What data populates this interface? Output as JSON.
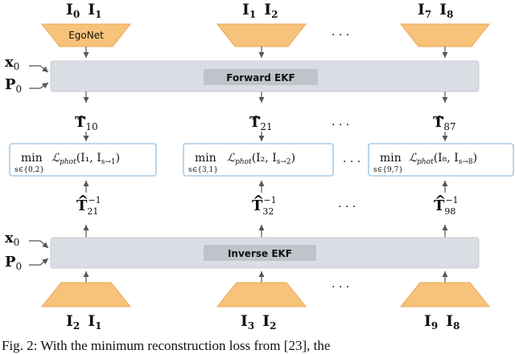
{
  "top_frames": [
    {
      "a": "I",
      "a_sub": "0",
      "b": "I",
      "b_sub": "1"
    },
    {
      "a": "I",
      "a_sub": "1",
      "b": "I",
      "b_sub": "2"
    },
    {
      "a": "I",
      "a_sub": "7",
      "b": "I",
      "b_sub": "8"
    }
  ],
  "bottom_frames": [
    {
      "a": "I",
      "a_sub": "2",
      "b": "I",
      "b_sub": "1"
    },
    {
      "a": "I",
      "a_sub": "3",
      "b": "I",
      "b_sub": "2"
    },
    {
      "a": "I",
      "a_sub": "9",
      "b": "I",
      "b_sub": "8"
    }
  ],
  "egonet_label": "EgoNet",
  "forward_ekf_label": "Forward EKF",
  "inverse_ekf_label": "Inverse EKF",
  "x0": {
    "sym": "x",
    "sub": "0"
  },
  "p0": {
    "sym": "P",
    "sub": "0"
  },
  "forward_transforms": [
    {
      "sym": "T",
      "sub": "10"
    },
    {
      "sym": "T",
      "sub": "21"
    },
    {
      "sym": "T",
      "sub": "87"
    }
  ],
  "inverse_transforms": [
    {
      "sym": "T",
      "sub": "21",
      "sup": "−1"
    },
    {
      "sym": "T",
      "sub": "32",
      "sup": "−1"
    },
    {
      "sym": "T",
      "sub": "98",
      "sup": "−1"
    }
  ],
  "loss_boxes": [
    {
      "min": "min",
      "under": "s∈{0,2}",
      "loss": "ℒ",
      "loss_sub": "phot",
      "args": "(I₁, I",
      "arg_sub": "s→1",
      "close": ")"
    },
    {
      "min": "min",
      "under": "s∈{3,1}",
      "loss": "ℒ",
      "loss_sub": "phot",
      "args": "(I₂, I",
      "arg_sub": "s→2",
      "close": ")"
    },
    {
      "min": "min",
      "under": "s∈{9,7}",
      "loss": "ℒ",
      "loss_sub": "phot",
      "args": "(I₈, I",
      "arg_sub": "s→8",
      "close": ")"
    }
  ],
  "ellipsis": "· · ·",
  "caption": "Fig. 2: With the minimum reconstruction loss from [23], the",
  "colors": {
    "trapezoid": "#f7c27a",
    "trapezoid_stroke": "#e8a95a",
    "ekf_bar": "#dadde3",
    "ekf_label_bg": "#bfc3ca",
    "loss_box_fill": "#ffffff",
    "loss_box_stroke": "#a9cbe8",
    "arrow": "#555555"
  }
}
